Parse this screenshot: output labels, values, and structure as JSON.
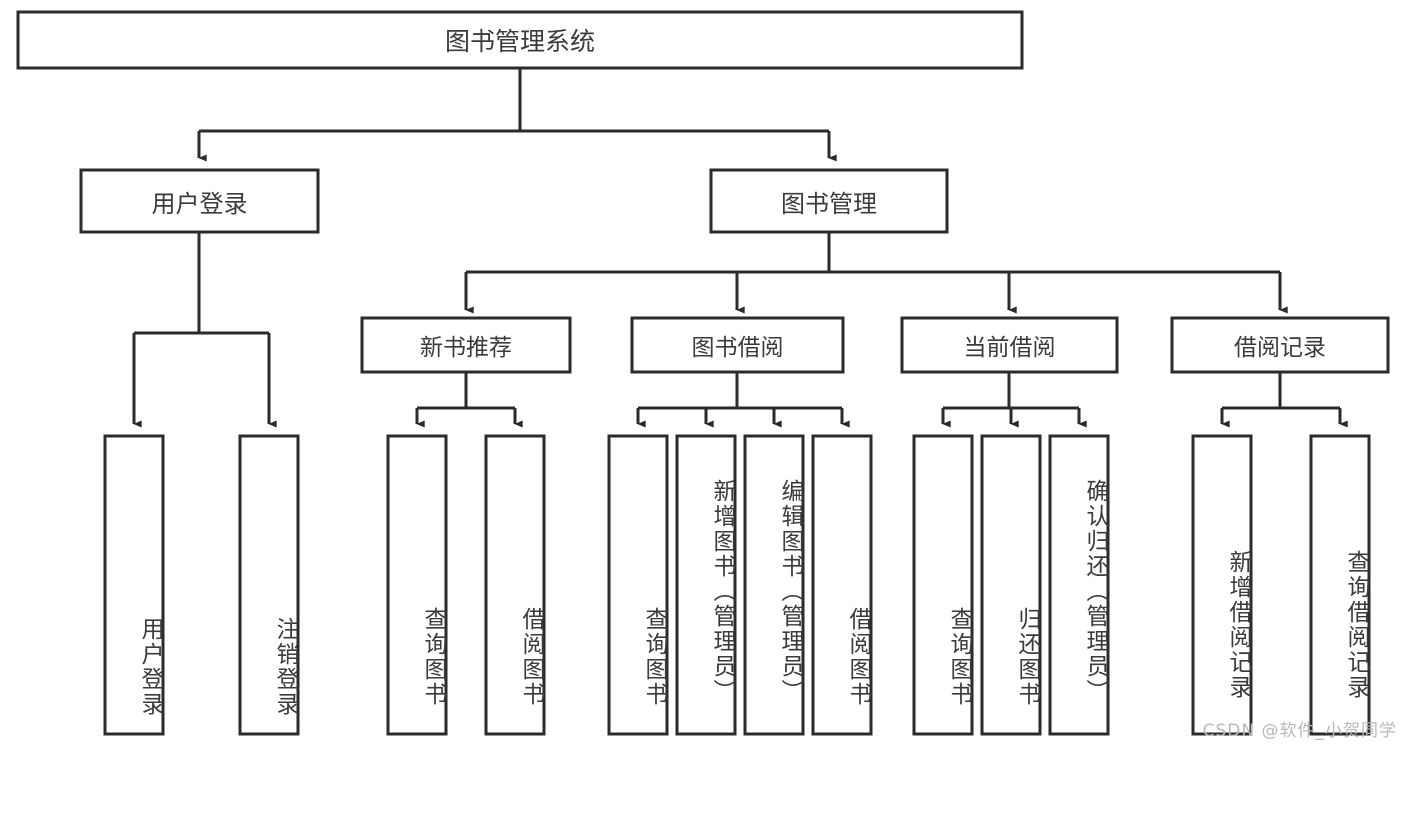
{
  "diagram": {
    "title": "图书管理系统",
    "type": "tree-hierarchy-chart",
    "watermark": "CSDN @软件_小贺同学",
    "colors": {
      "box_stroke": "#2b2b2b",
      "box_fill": "#ffffff",
      "text": "#3b3b3b",
      "link": "#2b2b2b",
      "background": "#ffffff",
      "watermark": "#b9b9b9"
    },
    "root": {
      "label": "图书管理系统"
    },
    "level2": [
      {
        "label": "用户登录"
      },
      {
        "label": "图书管理"
      }
    ],
    "level3": [
      {
        "label": "新书推荐"
      },
      {
        "label": "图书借阅"
      },
      {
        "label": "当前借阅"
      },
      {
        "label": "借阅记录"
      }
    ],
    "leaves": {
      "user_login": [
        {
          "label": "用户登录"
        },
        {
          "label": "注销登录"
        }
      ],
      "new_book_recommend": [
        {
          "label": "查询图书"
        },
        {
          "label": "借阅图书"
        }
      ],
      "book_borrow": [
        {
          "label": "查询图书"
        },
        {
          "label": "新增图书（管理员）"
        },
        {
          "label": "编辑图书（管理员）"
        },
        {
          "label": "借阅图书"
        }
      ],
      "current_borrow": [
        {
          "label": "查询图书"
        },
        {
          "label": "归还图书"
        },
        {
          "label": "确认归还（管理员）"
        }
      ],
      "borrow_record": [
        {
          "label": "新增借阅记录"
        },
        {
          "label": "查询借阅记录"
        }
      ]
    }
  }
}
